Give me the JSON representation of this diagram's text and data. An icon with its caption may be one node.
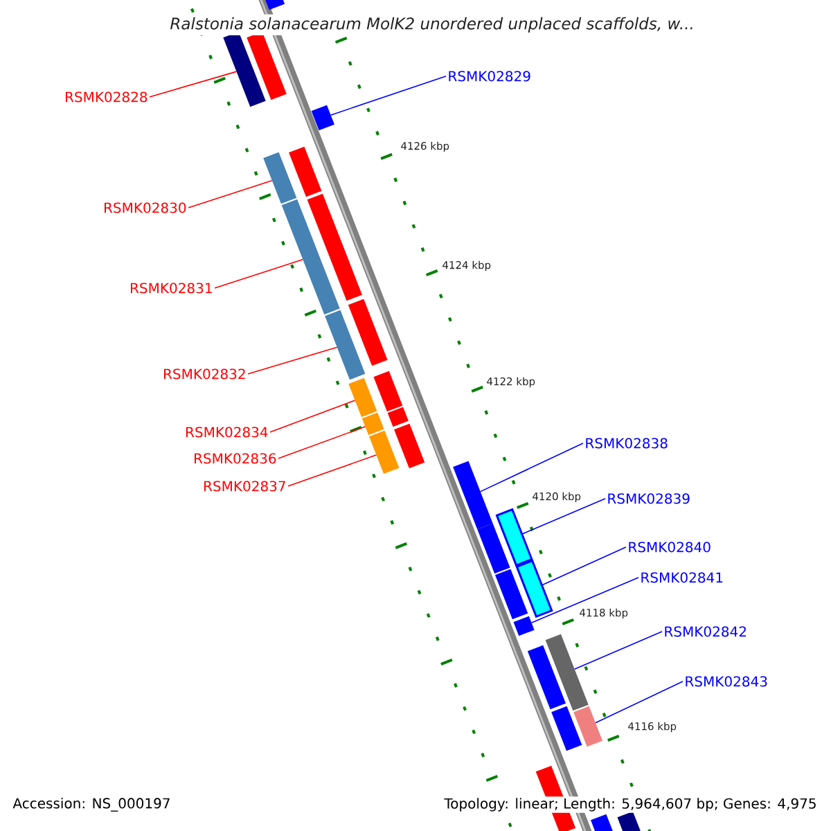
{
  "diagram": {
    "title": "Ralstonia solanacearum MolK2 unordered unplaced scaffolds, w...",
    "nodes": [
      {
        "text": [
          "RSMK02828"
        ]
      },
      {
        "text": [
          "RSMK02829"
        ]
      },
      {
        "text": [
          "RSMK02830"
        ]
      },
      {
        "text": [
          "RSMK02831"
        ]
      },
      {
        "text": [
          "RSMK02832"
        ]
      },
      {
        "text": [
          "RSMK02834"
        ]
      },
      {
        "text": [
          "RSMK02836"
        ]
      },
      {
        "text": [
          "RSMK02837"
        ]
      },
      {
        "text": [
          "RSMK02838"
        ]
      },
      {
        "text": [
          "RSMK02839"
        ]
      },
      {
        "text": [
          "RSMK02840"
        ]
      },
      {
        "text": [
          "RSMK02841"
        ]
      },
      {
        "text": [
          "RSMK02842"
        ]
      },
      {
        "text": [
          "RSMK02843"
        ]
      },
      {
        "text": [],
        "shape": "bar"
      },
      {
        "text": [],
        "shape": "bar"
      },
      {
        "text": [],
        "shape": "bar"
      },
      {
        "text": [],
        "shape": "bar"
      },
      {
        "text": [],
        "shape": "bar"
      },
      {
        "text": [],
        "shape": "bar"
      },
      {
        "text": [],
        "shape": "bar"
      },
      {
        "text": [],
        "shape": "bar"
      },
      {
        "text": [],
        "shape": "bar"
      },
      {
        "text": [],
        "shape": "bar"
      },
      {
        "text": [],
        "shape": "bar"
      },
      {
        "text": [],
        "shape": "bar"
      },
      {
        "text": [],
        "shape": "bar"
      },
      {
        "text": [],
        "shape": "bar"
      },
      {
        "text": [],
        "shape": "bar"
      },
      {
        "text": [],
        "shape": "bar"
      },
      {
        "text": [],
        "shape": "bar"
      },
      {
        "text": [],
        "shape": "bar"
      },
      {
        "text": [],
        "shape": "bar"
      },
      {
        "text": [],
        "shape": "bar"
      },
      {
        "text": [],
        "shape": "bar"
      },
      {
        "text": [],
        "shape": "bar"
      },
      {
        "text": [],
        "shape": "bar"
      },
      {
        "text": [],
        "shape": "bar"
      },
      {
        "text": [],
        "shape": "bar"
      },
      {
        "text": [],
        "shape": "bar"
      },
      {
        "text": [],
        "shape": "bar"
      },
      {
        "text": [],
        "shape": "bar"
      },
      {
        "text": [],
        "shape": "bar"
      }
    ],
    "edges": [
      {
        "from": 0,
        "to": 15,
        "arrow": "none",
        "color": "#ff0000"
      },
      {
        "from": 1,
        "to": 17,
        "arrow": "none",
        "color": "#0000ff"
      },
      {
        "from": 2,
        "to": 19,
        "arrow": "none",
        "color": "#ff0000"
      },
      {
        "from": 3,
        "to": 21,
        "arrow": "none",
        "color": "#ff0000"
      },
      {
        "from": 4,
        "to": 23,
        "arrow": "none",
        "color": "#ff0000"
      },
      {
        "from": 5,
        "to": 25,
        "arrow": "none",
        "color": "#ff0000"
      },
      {
        "from": 6,
        "to": 27,
        "arrow": "none",
        "color": "#ff0000"
      },
      {
        "from": 7,
        "to": 29,
        "arrow": "none",
        "color": "#ff0000"
      },
      {
        "from": 8,
        "to": 30,
        "arrow": "none",
        "color": "#0000ff"
      },
      {
        "from": 9,
        "to": 31,
        "arrow": "none",
        "color": "#0000ff"
      },
      {
        "from": 10,
        "to": 33,
        "arrow": "none",
        "color": "#0000ff"
      },
      {
        "from": 11,
        "to": 35,
        "arrow": "none",
        "color": "#0000ff"
      },
      {
        "from": 12,
        "to": 36,
        "arrow": "none",
        "color": "#0000ff"
      },
      {
        "from": 13,
        "to": 39,
        "arrow": "none",
        "color": "#0000ff"
      }
    ],
    "labels": [
      "4126 kbp",
      "4124 kbp",
      "4122 kbp",
      "4120 kbp",
      "4118 kbp",
      "4116 kbp",
      "Accession: NS_000197",
      "Topology: linear; Length: 5,964,607 bp; Genes: 4,975"
    ]
  }
}
